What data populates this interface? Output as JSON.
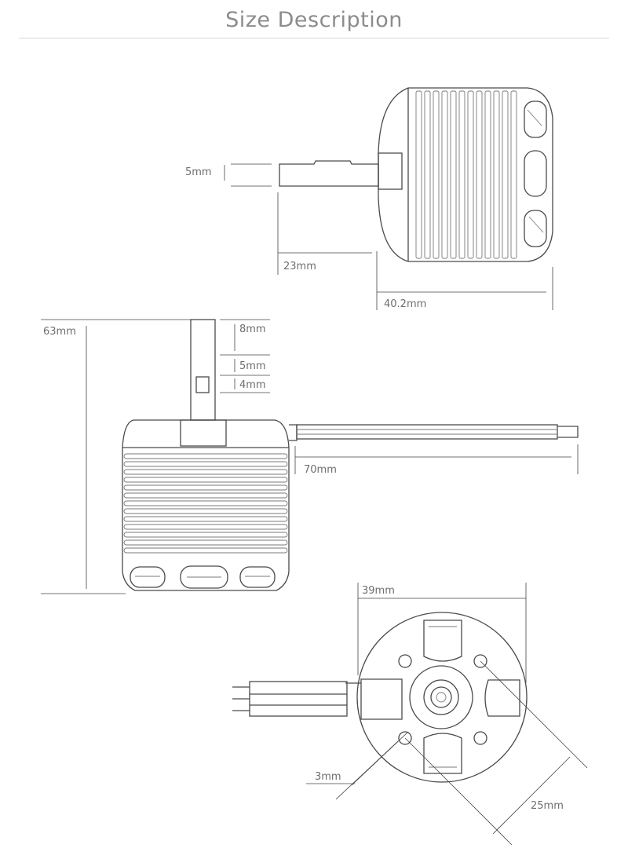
{
  "header": {
    "title": "Size Description"
  },
  "dimensions": {
    "shaft_diameter": "5mm",
    "shaft_length": "23mm",
    "body_length": "40.2mm",
    "total_height": "63mm",
    "shaft_top_segment": "8mm",
    "shaft_mid_segment": "5mm",
    "shaft_low_segment": "4mm",
    "lead_wire_length": "70mm",
    "body_diameter": "39mm",
    "mount_hole_diameter": "3mm",
    "mount_hole_spacing": "25mm"
  },
  "colors": {
    "line": "#4a4a4a",
    "label": "#6e6e6e",
    "title": "#8c8c8c"
  }
}
